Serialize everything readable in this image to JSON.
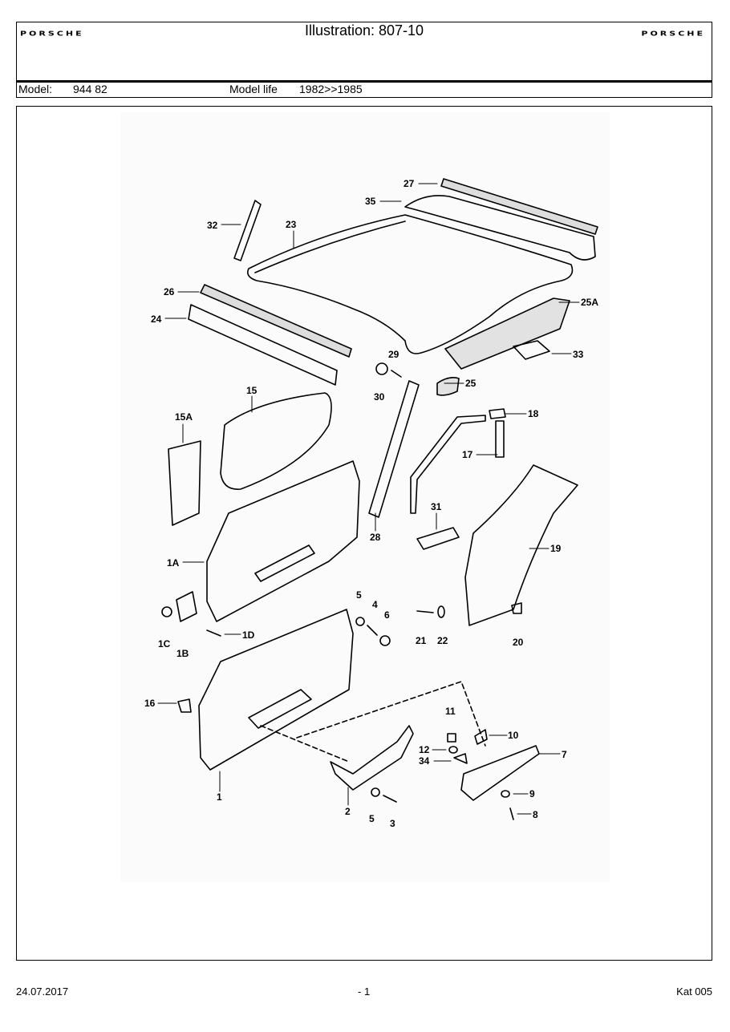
{
  "header": {
    "brand_left": "PORSCHE",
    "title": "Illustration: 807-10",
    "brand_right": "PORSCHE",
    "model_label": "Model:",
    "model_value": "944 82",
    "life_label": "Model life",
    "life_value": "1982>>1985"
  },
  "part_labels": [
    "27",
    "35",
    "32",
    "23",
    "26",
    "25A",
    "24",
    "33",
    "29",
    "30",
    "25",
    "15",
    "15A",
    "18",
    "17",
    "28",
    "31",
    "1A",
    "19",
    "5",
    "4",
    "6",
    "1C",
    "1D",
    "1B",
    "21",
    "22",
    "20",
    "16",
    "11",
    "10",
    "12",
    "34",
    "7",
    "2",
    "5",
    "3",
    "1",
    "9",
    "8"
  ],
  "footer": {
    "date": "24.07.2017",
    "page": "- 1",
    "catalog": "Kat 005"
  }
}
